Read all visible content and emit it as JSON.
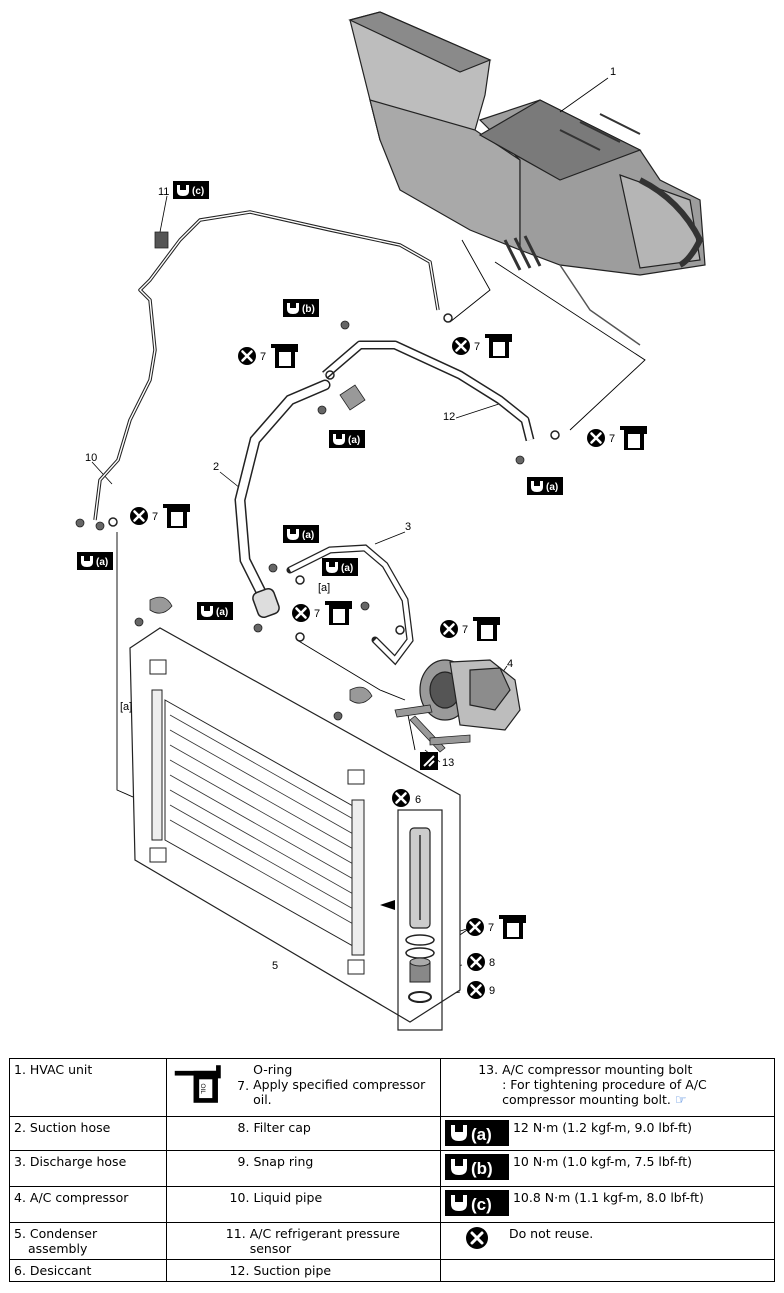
{
  "callouts": {
    "c1": "1",
    "c2": "2",
    "c3": "3",
    "c4": "4",
    "c5": "5",
    "c6": "6",
    "c7a": "7",
    "c7b": "7",
    "c7c": "7",
    "c7d": "7",
    "c7e": "7",
    "c7f": "7",
    "c7g": "7",
    "c8": "8",
    "c9": "9",
    "c10": "10",
    "c11": "11",
    "c12": "12",
    "c13": "13",
    "ref_a1": "[a]",
    "ref_a2": "[a]",
    "oil_text": "OIL",
    "wrench_a": "(a)",
    "wrench_b": "(b)",
    "wrench_c": "(c)"
  },
  "legend": {
    "r1": {
      "c1": "1. HVAC unit",
      "c2_num": "7.",
      "c2_line1": "O-ring",
      "c2_line2": "Apply specified compressor oil.",
      "c3_num": "13.",
      "c3_text": "A/C compressor mounting bolt",
      "c3_sub": ": For tightening procedure of A/C compressor mounting bolt."
    },
    "r2": {
      "c1": "2. Suction hose",
      "c2_num": "8.",
      "c2_text": "Filter cap",
      "c3_badge": "(a)",
      "c3_text": "12 N·m (1.2 kgf-m, 9.0 lbf-ft)"
    },
    "r3": {
      "c1": "3. Discharge hose",
      "c2_num": "9.",
      "c2_text": "Snap ring",
      "c3_badge": "(b)",
      "c3_text": "10 N·m (1.0 kgf-m, 7.5 lbf-ft)"
    },
    "r4": {
      "c1": "4. A/C compressor",
      "c2_num": "10.",
      "c2_text": "Liquid pipe",
      "c3_badge": "(c)",
      "c3_text": "10.8 N·m (1.1 kgf-m, 8.0 lbf-ft)"
    },
    "r5": {
      "c1_line1": "5. Condenser",
      "c1_line2": "assembly",
      "c2_num": "11.",
      "c2_text": "A/C refrigerant pressure sensor",
      "c3_text": "Do not reuse."
    },
    "r6": {
      "c1": "6. Desiccant",
      "c2_num": "12.",
      "c2_text": "Suction pipe"
    },
    "link_icon": "☞"
  }
}
